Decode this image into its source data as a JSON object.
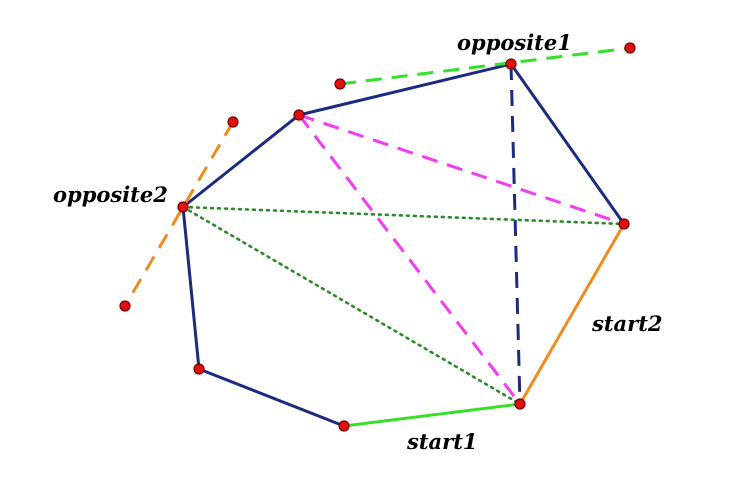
{
  "labels": {
    "opposite1": "opposite1",
    "opposite2": "opposite2",
    "start1": "start1",
    "start2": "start2"
  },
  "colors": {
    "polygon": "#1c2a80",
    "start1_edge": "#35e02a",
    "start2_edge": "#f08c1e",
    "opposite1_line": "#35e02a",
    "opposite2_line": "#f08c1e",
    "diagonal_dashed_magenta": "#f23cf0",
    "diagonal_dashed_navy": "#1c2a80",
    "diagonal_dotted_green": "#2a8a2a",
    "point_fill": "#e01010",
    "point_stroke": "#7a0000"
  }
}
